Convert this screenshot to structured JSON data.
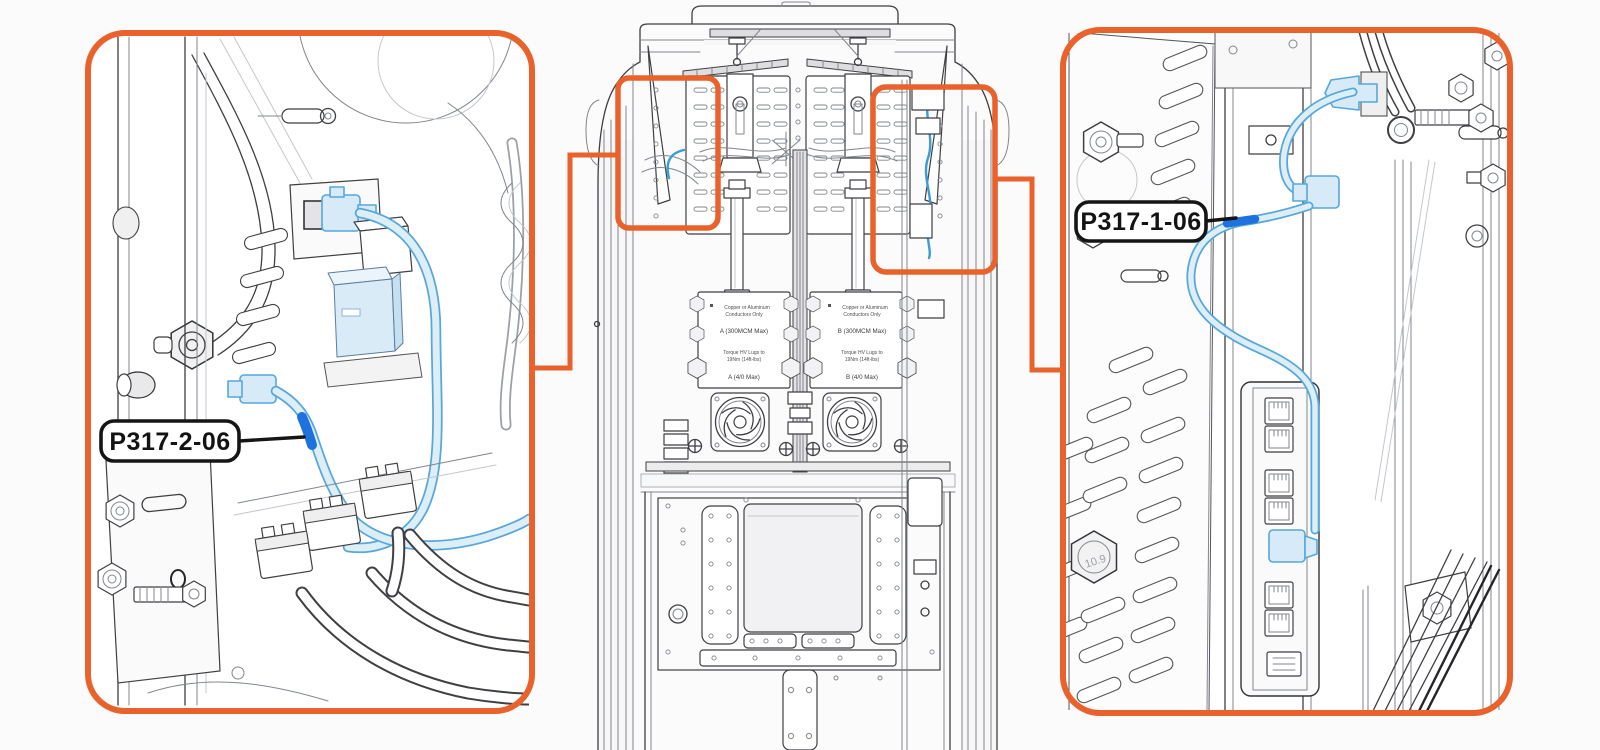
{
  "illustration": {
    "background": "#FBFBFB",
    "accent_color": "#E9622C",
    "harness_fill_color": "#DCEEF8",
    "harness_outline_color": "#57A7DA",
    "harness_marker_color": "#1F72DE",
    "callouts": {
      "left": {
        "label": "P317-2-06"
      },
      "right": {
        "label": "P317-1-06"
      }
    },
    "cabinet": {
      "terminal_block_a": {
        "material_note_line1": "Copper or Aluminum",
        "material_note_line2": "Conductors Only",
        "main_lug_rating": "A (300MCM Max)",
        "torque_note_line1": "Torque HV Lugs to",
        "torque_note_line2": "19Nm (14ft-lbs)",
        "branch_lug_rating": "A (4/0 Max)"
      },
      "terminal_block_b": {
        "material_note_line1": "Copper or Aluminum",
        "material_note_line2": "Conductors Only",
        "main_lug_rating": "B (300MCM Max)",
        "torque_note_line1": "Torque HV Lugs to",
        "torque_note_line2": "19Nm (14ft-lbs)",
        "branch_lug_rating": "B (4/0 Max)"
      }
    },
    "right_panel": {
      "bolt_grade_marking": "10.9"
    }
  }
}
